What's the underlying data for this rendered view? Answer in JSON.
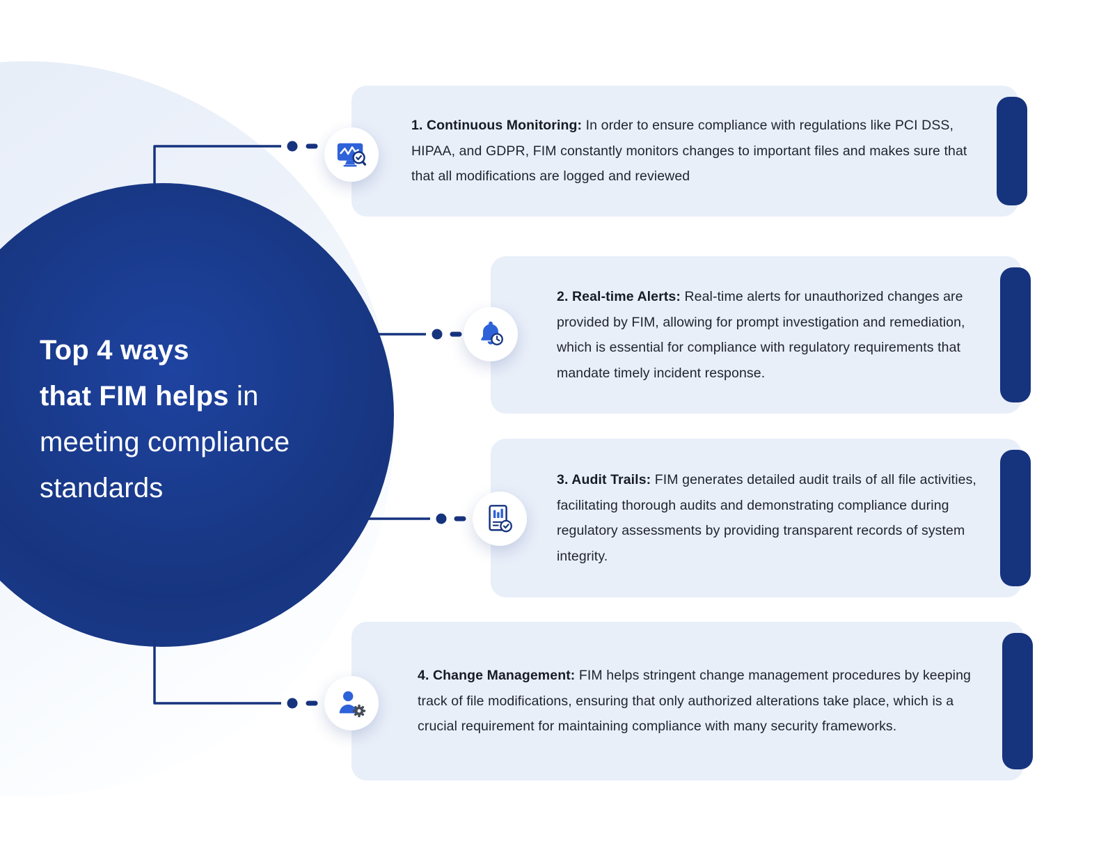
{
  "title": {
    "line1": "Top 4 ways",
    "line2_bold": "that FIM helps",
    "line2_regular": " in",
    "line3": "meeting compliance",
    "line4": "standards"
  },
  "cards": [
    {
      "heading": "1. Continuous Monitoring:",
      "body": " In order to ensure compliance with regulations like PCI DSS, HIPAA, and GDPR, FIM constantly monitors changes to important files and makes sure that that all modifications are logged and reviewed",
      "icon": "monitor-search-icon"
    },
    {
      "heading": "2. Real-time Alerts:",
      "body": " Real-time alerts for unauthorized changes are provided by FIM, allowing for prompt investigation and remediation, which is essential for compliance with regulatory requirements that mandate timely incident response.",
      "icon": "bell-clock-icon"
    },
    {
      "heading": "3. Audit Trails:",
      "body": " FIM generates detailed audit trails of all file activities, facilitating thorough audits and demonstrating compliance during regulatory assessments by providing transparent records of system integrity.",
      "icon": "report-check-icon"
    },
    {
      "heading": "4. Change Management:",
      "body": " FIM helps stringent change management procedures by keeping track of file modifications, ensuring that only authorized alterations take place, which is a crucial requirement for maintaining compliance with many security frameworks.",
      "icon": "person-gear-icon"
    }
  ],
  "colors": {
    "navy": "#16337E",
    "circle_blue": "#17357f",
    "card_background": "#e9eff9",
    "icon_blue": "#2e62d9",
    "gear_gray": "#454b57"
  }
}
